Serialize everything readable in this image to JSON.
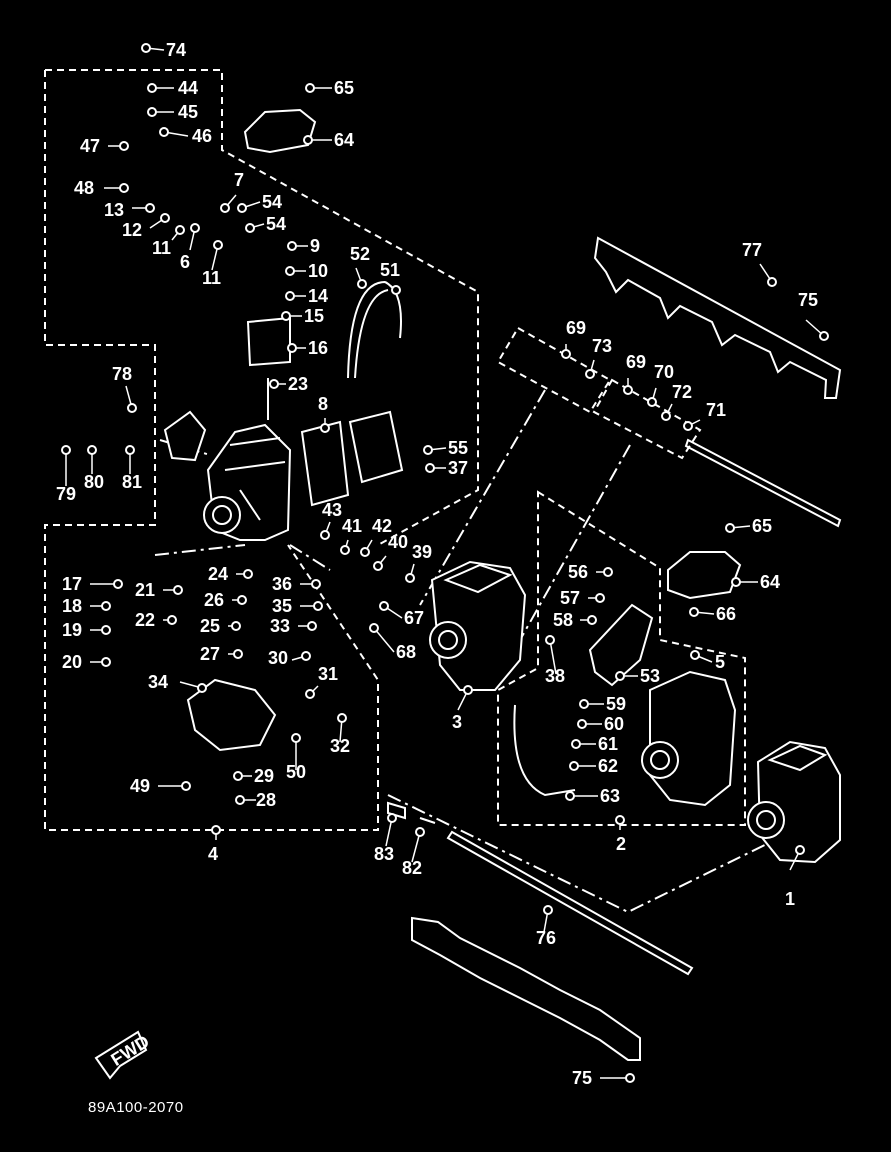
{
  "diagram": {
    "drawing_code": "89A100-2070",
    "direction_arrow": "FWD",
    "part_labels": [
      "1",
      "2",
      "3",
      "4",
      "5",
      "6",
      "7",
      "8",
      "9",
      "10",
      "11",
      "11",
      "12",
      "13",
      "14",
      "15",
      "16",
      "17",
      "18",
      "19",
      "20",
      "21",
      "22",
      "23",
      "24",
      "25",
      "26",
      "27",
      "28",
      "29",
      "30",
      "31",
      "32",
      "33",
      "34",
      "35",
      "36",
      "37",
      "38",
      "39",
      "40",
      "41",
      "42",
      "43",
      "44",
      "45",
      "46",
      "47",
      "48",
      "49",
      "50",
      "51",
      "52",
      "53",
      "54",
      "54",
      "55",
      "56",
      "57",
      "58",
      "59",
      "60",
      "61",
      "62",
      "63",
      "64",
      "64",
      "65",
      "65",
      "66",
      "67",
      "68",
      "69",
      "69",
      "70",
      "71",
      "72",
      "73",
      "74",
      "75",
      "75",
      "76",
      "77",
      "78",
      "79",
      "80",
      "81",
      "82",
      "83"
    ]
  }
}
